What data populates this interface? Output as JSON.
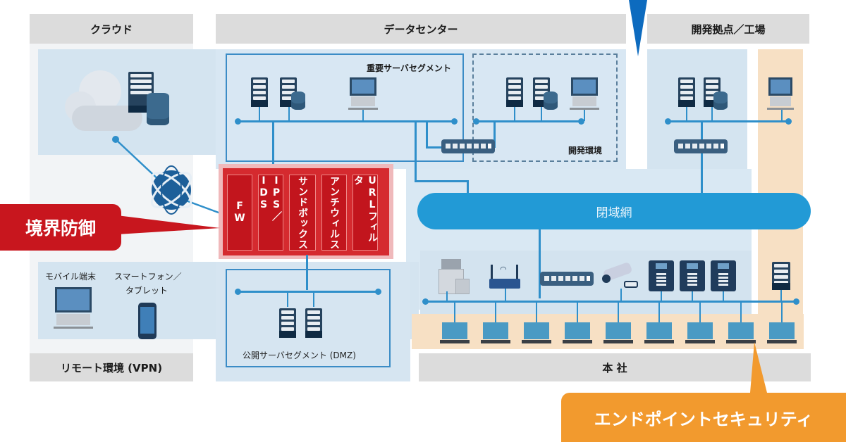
{
  "diagram": {
    "headers": {
      "cloud": "クラウド",
      "datacenter": "データセンター",
      "dev_site": "開発拠点／工場",
      "remote": "リモート環境 (VPN)",
      "headquarters": "本 社"
    },
    "segments": {
      "critical_servers": "重要サーバセグメント",
      "dev_env": "開発環境",
      "dmz": "公開サーバセグメント (DMZ)",
      "closed_network": "閉域網"
    },
    "remote_devices": {
      "mobile": "モバイル端末",
      "smartphone_line1": "スマートフォン／",
      "smartphone_line2": "タブレット"
    },
    "perimeter_stack": [
      "FW",
      "IPS／IDS",
      "サンドボックス",
      "アンチウィルス",
      "URLフィルタ"
    ],
    "callouts": {
      "perimeter": "境界防御",
      "endpoint": "エンドポイントセキュリティ"
    },
    "colors": {
      "perimeter_red": "#c8161e",
      "endpoint_orange": "#f29a2e",
      "network_blue": "#2f8fca",
      "closed_network_blue": "#229ad6",
      "pointer_blue": "#0d6bbf"
    },
    "icons": {
      "cloud_servers": [
        "server-icon",
        "database-icon"
      ],
      "critical_servers": [
        "server-icon",
        "server-database-icon",
        "workstation-icon"
      ],
      "dev_env": [
        "server-icon",
        "server-database-icon",
        "workstation-icon"
      ],
      "dev_site": [
        "server-icon",
        "server-database-icon",
        "switch-icon"
      ],
      "hq_devices": [
        "multifunction-printer-icon",
        "wifi-router-icon",
        "switch-icon",
        "security-camera-icon",
        "ip-phone-icon",
        "ip-phone-icon",
        "ip-phone-icon",
        "server-icon"
      ],
      "hq_laptop_count": 9
    }
  }
}
